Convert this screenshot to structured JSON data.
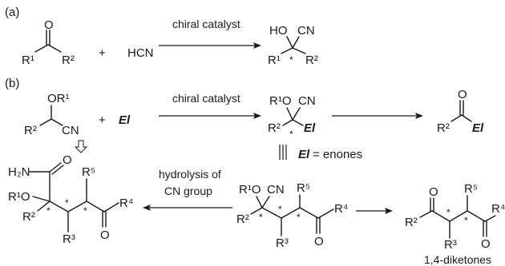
{
  "panel_a": {
    "label": "(a)",
    "reagent": "HCN",
    "plus": "+",
    "arrow_label": "chiral catalyst",
    "ketone": {
      "o": "O",
      "r1": "R¹",
      "r2": "R²"
    },
    "product": {
      "ho": "HO",
      "cn": "CN",
      "r1": "R¹",
      "r2": "R²",
      "star": "*"
    }
  },
  "panel_b": {
    "label": "(b)",
    "substrate": {
      "or1": "OR¹",
      "r2": "R²",
      "cn": "CN"
    },
    "plus": "+",
    "reagent": "El",
    "arrow_label": "chiral catalyst",
    "intermediate": {
      "r1o": "R¹O",
      "cn": "CN",
      "r2": "R²",
      "star": "*",
      "el": "El"
    },
    "ketone": {
      "o": "O",
      "r2": "R²",
      "el": "El"
    },
    "equiv_el": "El",
    "equiv_text": "= enones",
    "hydrolysis_label_1": "hydrolysis of",
    "hydrolysis_label_2": "CN group",
    "amide": {
      "h2n": "H₂N",
      "o": "O",
      "r1o": "R¹O",
      "r2": "R²",
      "r3": "R³",
      "r4": "R⁴",
      "r5": "R⁵",
      "star": "*"
    },
    "adduct": {
      "r1o": "R¹O",
      "cn": "CN",
      "r2": "R²",
      "r3": "R³",
      "r4": "R⁴",
      "r5": "R⁵",
      "o": "O",
      "star": "*"
    },
    "diketone": {
      "o": "O",
      "r2": "R²",
      "r3": "R³",
      "r4": "R⁴",
      "r5": "R⁵",
      "star": "*"
    },
    "diketone_caption": "1,4-diketones"
  }
}
